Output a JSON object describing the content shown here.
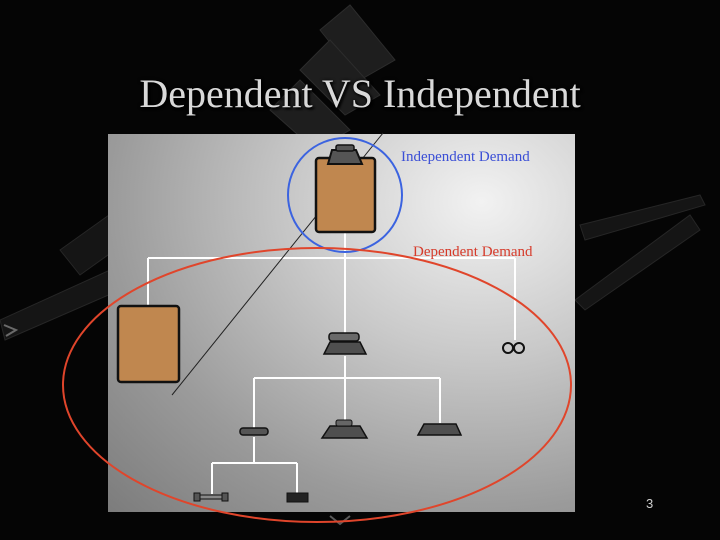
{
  "slide": {
    "title": "Dependent VS Independent",
    "independent_label": "Independent Demand",
    "dependent_label": "Dependent Demand",
    "page_number": "3"
  },
  "colors": {
    "independent_circle": "#3b63e0",
    "dependent_ellipse": "#e0452b",
    "clipboard": "#c0874f",
    "part_gray": "#4f4f4f",
    "tree_line": "#ffffff"
  }
}
